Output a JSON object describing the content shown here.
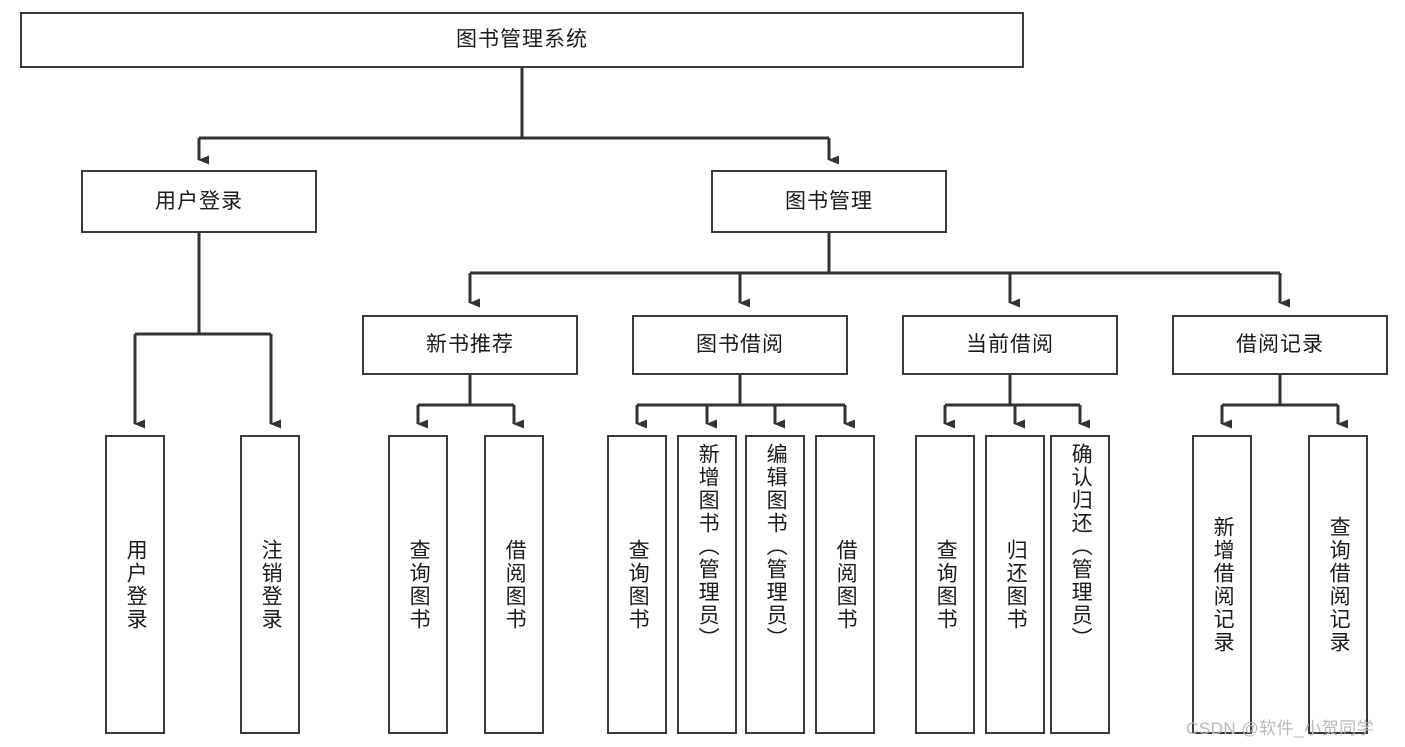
{
  "diagram": {
    "type": "tree-hierarchy",
    "title": "图书管理系统",
    "orientation": "top-down",
    "colors": {
      "box_border": "#3a3a3a",
      "box_fill": "#ffffff",
      "connector": "#333333",
      "text": "#1b1b1b",
      "watermark": "#b9b9b9",
      "background": "#ffffff"
    },
    "root": {
      "id": "root",
      "label": "图书管理系统"
    },
    "level2": [
      {
        "id": "user-login",
        "label": "用户登录"
      },
      {
        "id": "book-management",
        "label": "图书管理"
      }
    ],
    "level3": [
      {
        "id": "new-book-recommend",
        "label": "新书推荐",
        "parent": "book-management"
      },
      {
        "id": "book-borrow",
        "label": "图书借阅",
        "parent": "book-management"
      },
      {
        "id": "current-borrow",
        "label": "当前借阅",
        "parent": "book-management"
      },
      {
        "id": "borrow-record",
        "label": "借阅记录",
        "parent": "book-management"
      }
    ],
    "leaves": [
      {
        "id": "leaf-user-login",
        "label": "用户登录",
        "parent": "user-login"
      },
      {
        "id": "leaf-logout-login",
        "label": "注销登录",
        "parent": "user-login"
      },
      {
        "id": "leaf-query-book-1",
        "label": "查询图书",
        "parent": "new-book-recommend"
      },
      {
        "id": "leaf-borrow-book-1",
        "label": "借阅图书",
        "parent": "new-book-recommend"
      },
      {
        "id": "leaf-query-book-2",
        "label": "查询图书",
        "parent": "book-borrow"
      },
      {
        "id": "leaf-add-book",
        "label": "新增图书（管理员）",
        "parent": "book-borrow"
      },
      {
        "id": "leaf-edit-book",
        "label": "编辑图书（管理员）",
        "parent": "book-borrow"
      },
      {
        "id": "leaf-borrow-book-2",
        "label": "借阅图书",
        "parent": "book-borrow"
      },
      {
        "id": "leaf-query-book-3",
        "label": "查询图书",
        "parent": "current-borrow"
      },
      {
        "id": "leaf-return-book",
        "label": "归还图书",
        "parent": "current-borrow"
      },
      {
        "id": "leaf-confirm-return",
        "label": "确认归还（管理员）",
        "parent": "current-borrow"
      },
      {
        "id": "leaf-add-record",
        "label": "新增借阅记录",
        "parent": "borrow-record"
      },
      {
        "id": "leaf-query-record",
        "label": "查询借阅记录",
        "parent": "borrow-record"
      }
    ]
  },
  "watermark": {
    "text": "CSDN @软件_小贺同学"
  }
}
